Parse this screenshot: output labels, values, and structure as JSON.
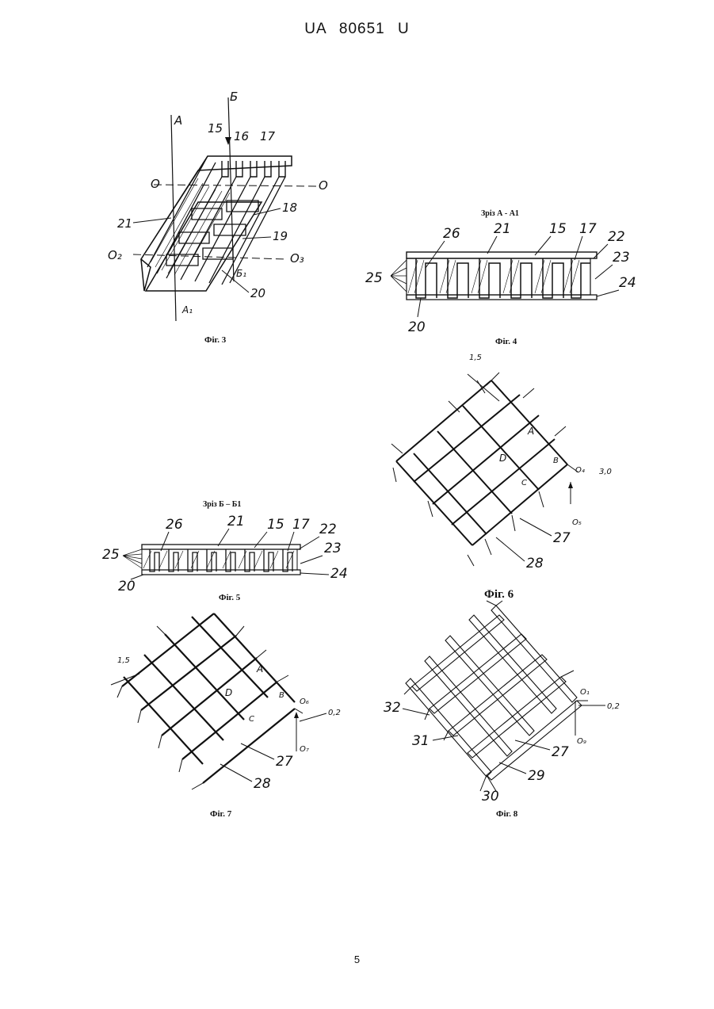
{
  "header": {
    "text": "UA  80651  U"
  },
  "page_number": "5",
  "figures": {
    "fig3": {
      "caption": "Фіг. 3",
      "labels": {
        "a": "A",
        "b": "Б",
        "n15": "15",
        "n16": "16",
        "n17": "17",
        "o_left": "O",
        "o_right": "O",
        "n21": "21",
        "n18": "18",
        "n19": "19",
        "o2": "O₂",
        "o3": "O₃",
        "b1": "Б₁",
        "n20": "20",
        "a1": "A₁"
      }
    },
    "fig4": {
      "section_title": "Зріз А - А1",
      "caption": "Фіг. 4",
      "labels": {
        "n26": "26",
        "n21": "21",
        "n15": "15",
        "n17": "17",
        "n22": "22",
        "n23": "23",
        "n24": "24",
        "n25": "25",
        "n20": "20"
      }
    },
    "fig5": {
      "section_title": "Зріз Б – Б1",
      "caption": "Фіг. 5",
      "labels": {
        "n26": "26",
        "n21": "21",
        "n15": "15",
        "n17": "17",
        "n22": "22",
        "n23": "23",
        "n24": "24",
        "n25": "25",
        "n20": "20"
      }
    },
    "fig6": {
      "caption": "Фіг. 6",
      "labels": {
        "dim15": "1,5",
        "a": "A",
        "d": "D",
        "b": "B",
        "c": "C",
        "o4": "O₄",
        "dim30": "3,0",
        "o5": "O₅",
        "n27": "27",
        "n28": "28"
      }
    },
    "fig7": {
      "caption": "Фіг. 7",
      "labels": {
        "dim15": "1,5",
        "a": "A",
        "d": "D",
        "b": "B",
        "c": "C",
        "o6": "O₆",
        "dim02": "0,2",
        "o7": "O₇",
        "n27": "27",
        "n28": "28"
      }
    },
    "fig8": {
      "caption": "Фіг. 8",
      "labels": {
        "o1": "O₁",
        "dim02": "0,2",
        "n32": "32",
        "n31": "31",
        "o9": "O₉",
        "n27": "27",
        "n29": "29",
        "n30": "30"
      }
    }
  }
}
